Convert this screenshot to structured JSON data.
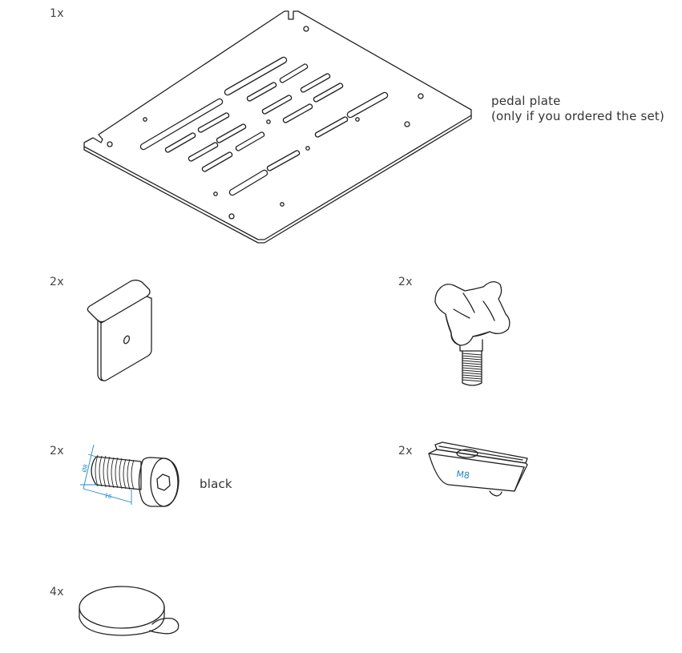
{
  "items": [
    {
      "quantity": "1x",
      "label_lines": [
        "pedal plate",
        "(only if you ordered the set)"
      ]
    },
    {
      "quantity": "2x"
    },
    {
      "quantity": "2x"
    },
    {
      "quantity": "2x",
      "label_lines": [
        "black"
      ],
      "dimension_labels": [
        "Ø8",
        "16"
      ]
    },
    {
      "quantity": "2x",
      "label_lines": [
        "M8"
      ]
    },
    {
      "quantity": "4x"
    }
  ],
  "colors": {
    "line": "#222222",
    "text": "#333333",
    "accent": "#1e88c8"
  }
}
